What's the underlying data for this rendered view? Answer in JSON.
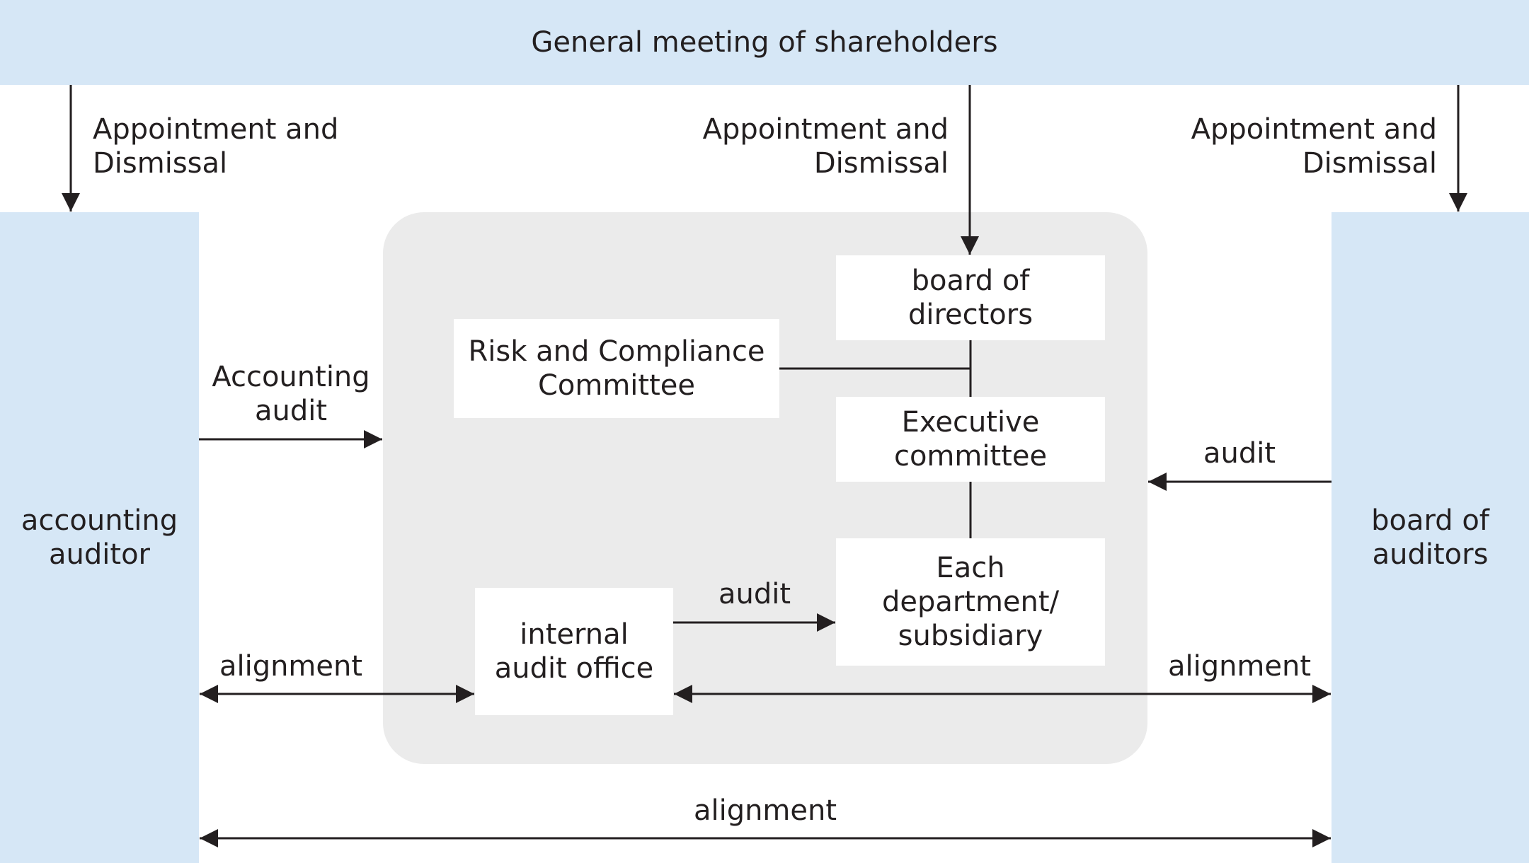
{
  "top_band": {
    "label": "General meeting of shareholders"
  },
  "left_column": {
    "line1": "accounting",
    "line2": "auditor"
  },
  "right_column": {
    "line1": "board of",
    "line2": "auditors"
  },
  "appointment_labels": [
    {
      "line1": "Appointment and",
      "line2": "Dismissal"
    },
    {
      "line1": "Appointment and",
      "line2": "Dismissal"
    },
    {
      "line1": "Appointment and",
      "line2": "Dismissal"
    }
  ],
  "boxes": {
    "board_of_directors": {
      "line1": "board of",
      "line2": "directors"
    },
    "risk_compliance": {
      "line1": "Risk and Compliance",
      "line2": "Committee"
    },
    "executive_committee": {
      "line1": "Executive",
      "line2": "committee"
    },
    "each_department": {
      "line1": "Each",
      "line2": "department/",
      "line3": "subsidiary"
    },
    "internal_audit": {
      "line1": "internal",
      "line2": "audit office"
    }
  },
  "edge_labels": {
    "accounting_audit": {
      "line1": "Accounting",
      "line2": "audit"
    },
    "audit_right": "audit",
    "audit_internal": "audit",
    "alignment_left": "alignment",
    "alignment_right": "alignment",
    "alignment_bottom": "alignment"
  },
  "colors": {
    "band": "#d6e7f6",
    "panel": "#ebebeb",
    "box": "#ffffff",
    "line": "#231f20"
  }
}
